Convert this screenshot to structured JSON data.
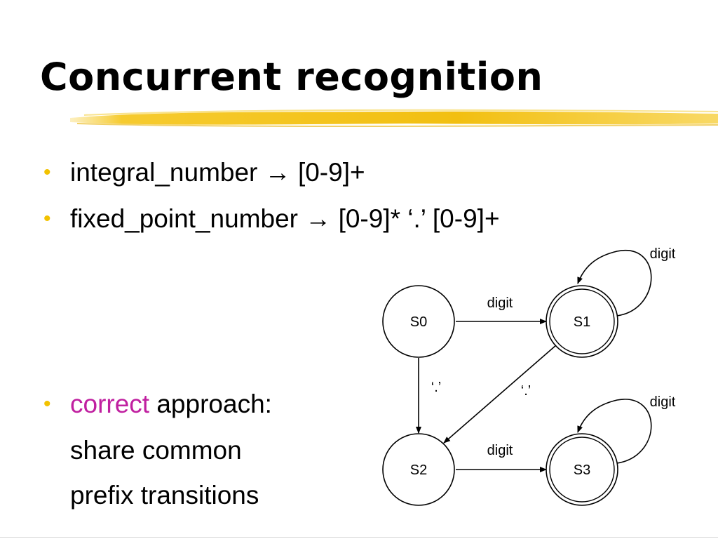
{
  "slide": {
    "title": "Concurrent recognition",
    "bullets": [
      {
        "bullet": "•",
        "name": "integral_number",
        "arrow": "→",
        "rule": "[0-9]+"
      },
      {
        "bullet": "•",
        "name": "fixed_point_number",
        "arrow": "→",
        "rule": "[0-9]* ‘.’ [0-9]+"
      }
    ],
    "approach": {
      "bullet": "•",
      "highlight": "correct",
      "rest": " approach:",
      "lines": [
        "share common",
        "prefix transitions"
      ]
    }
  },
  "colors": {
    "bullet": "#f2c200",
    "highlight": "#c020a0",
    "underline": "#f5c518"
  },
  "diagram": {
    "states": [
      {
        "id": "S0",
        "label": "S0",
        "accepting": false
      },
      {
        "id": "S1",
        "label": "S1",
        "accepting": true
      },
      {
        "id": "S2",
        "label": "S2",
        "accepting": false
      },
      {
        "id": "S3",
        "label": "S3",
        "accepting": true
      }
    ],
    "transitions": [
      {
        "from": "S0",
        "to": "S1",
        "label": "digit"
      },
      {
        "from": "S1",
        "to": "S1",
        "label": "digit"
      },
      {
        "from": "S0",
        "to": "S2",
        "label": "‘.’"
      },
      {
        "from": "S1",
        "to": "S2",
        "label": "‘.’"
      },
      {
        "from": "S2",
        "to": "S3",
        "label": "digit"
      },
      {
        "from": "S3",
        "to": "S3",
        "label": "digit"
      }
    ]
  }
}
